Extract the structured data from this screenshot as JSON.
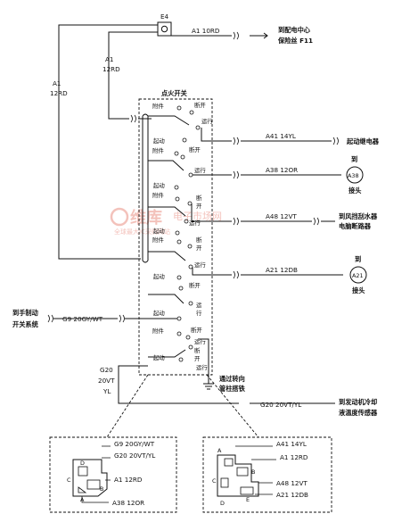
{
  "fuse_box": {
    "id": "E4"
  },
  "main_feed": {
    "wire": "A1 10RD",
    "destination_line1": "到配电中心",
    "destination_line2": "保险丝 F11"
  },
  "a1_vertical": {
    "line1": "A1",
    "line2": "12RD"
  },
  "a1_left": {
    "line1": "A1",
    "line2": "12RD"
  },
  "switch_title": "点火开关",
  "switch_labels": {
    "fujian": "附件",
    "duankai": "断开",
    "yunxing": "运行",
    "qidong": "起动",
    "duan": "断",
    "kai": "开",
    "yun": "运",
    "xing": "行"
  },
  "outputs": [
    {
      "wire": "A41 14YL",
      "destination": "起动继电器"
    },
    {
      "wire": "A38 12OR",
      "destination_top": "到",
      "connector": "A38",
      "destination_bottom": "接头"
    },
    {
      "wire": "A48 12VT",
      "destination_line1": "到风挡刮水器",
      "destination_line2": "电脑断路器"
    },
    {
      "wire": "A21 12DB",
      "destination_top": "到",
      "connector": "A21",
      "destination_bottom": "接头"
    }
  ],
  "brake": {
    "wire": "G9 20GY/WT",
    "destination_line1": "到手制动",
    "destination_line2": "开关系统"
  },
  "ground_note": {
    "line1": "通过转向",
    "line2": "管柱搭铁"
  },
  "g20": {
    "line1": "G20",
    "line2": "20VT",
    "line3": "YL",
    "wire": "G20 20VT/YL",
    "destination_line1": "到发动机冷却",
    "destination_line2": "液温度传感器"
  },
  "connector_left": {
    "labels": [
      "G9 20GY/WT",
      "G20 20VT/YL",
      "A1 12RD",
      "A38 12OR"
    ],
    "pins": [
      "D",
      "C",
      "B",
      "A"
    ]
  },
  "connector_right": {
    "labels": [
      "A41 14YL",
      "A1 12RD",
      "A48 12VT",
      "A21 12DB"
    ],
    "pins": [
      "A",
      "B",
      "C",
      "D",
      "E"
    ]
  },
  "watermark": {
    "brand": "维库",
    "line1": "电子市场网",
    "line2": "全球最大IC采购网站"
  }
}
